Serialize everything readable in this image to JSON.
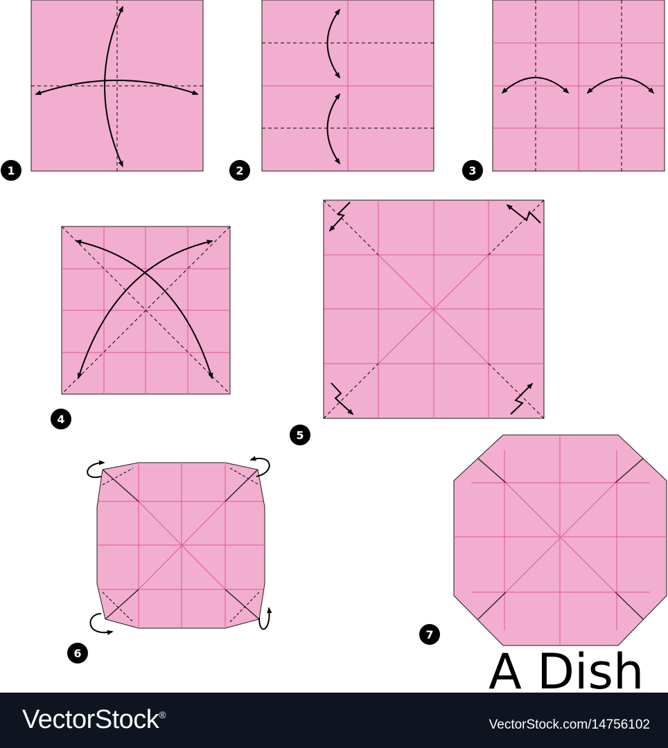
{
  "title": "A Dish",
  "steps": [
    "1",
    "2",
    "3",
    "4",
    "5",
    "6",
    "7"
  ],
  "footer": {
    "brand": "VectorStock",
    "trademark": "®",
    "image_id": "VectorStock.com/14756102"
  },
  "colors": {
    "paper": "#f2aece",
    "crease": "#e0559b",
    "outline": "#1a1a1a",
    "footer_bg": "#0e1420"
  }
}
